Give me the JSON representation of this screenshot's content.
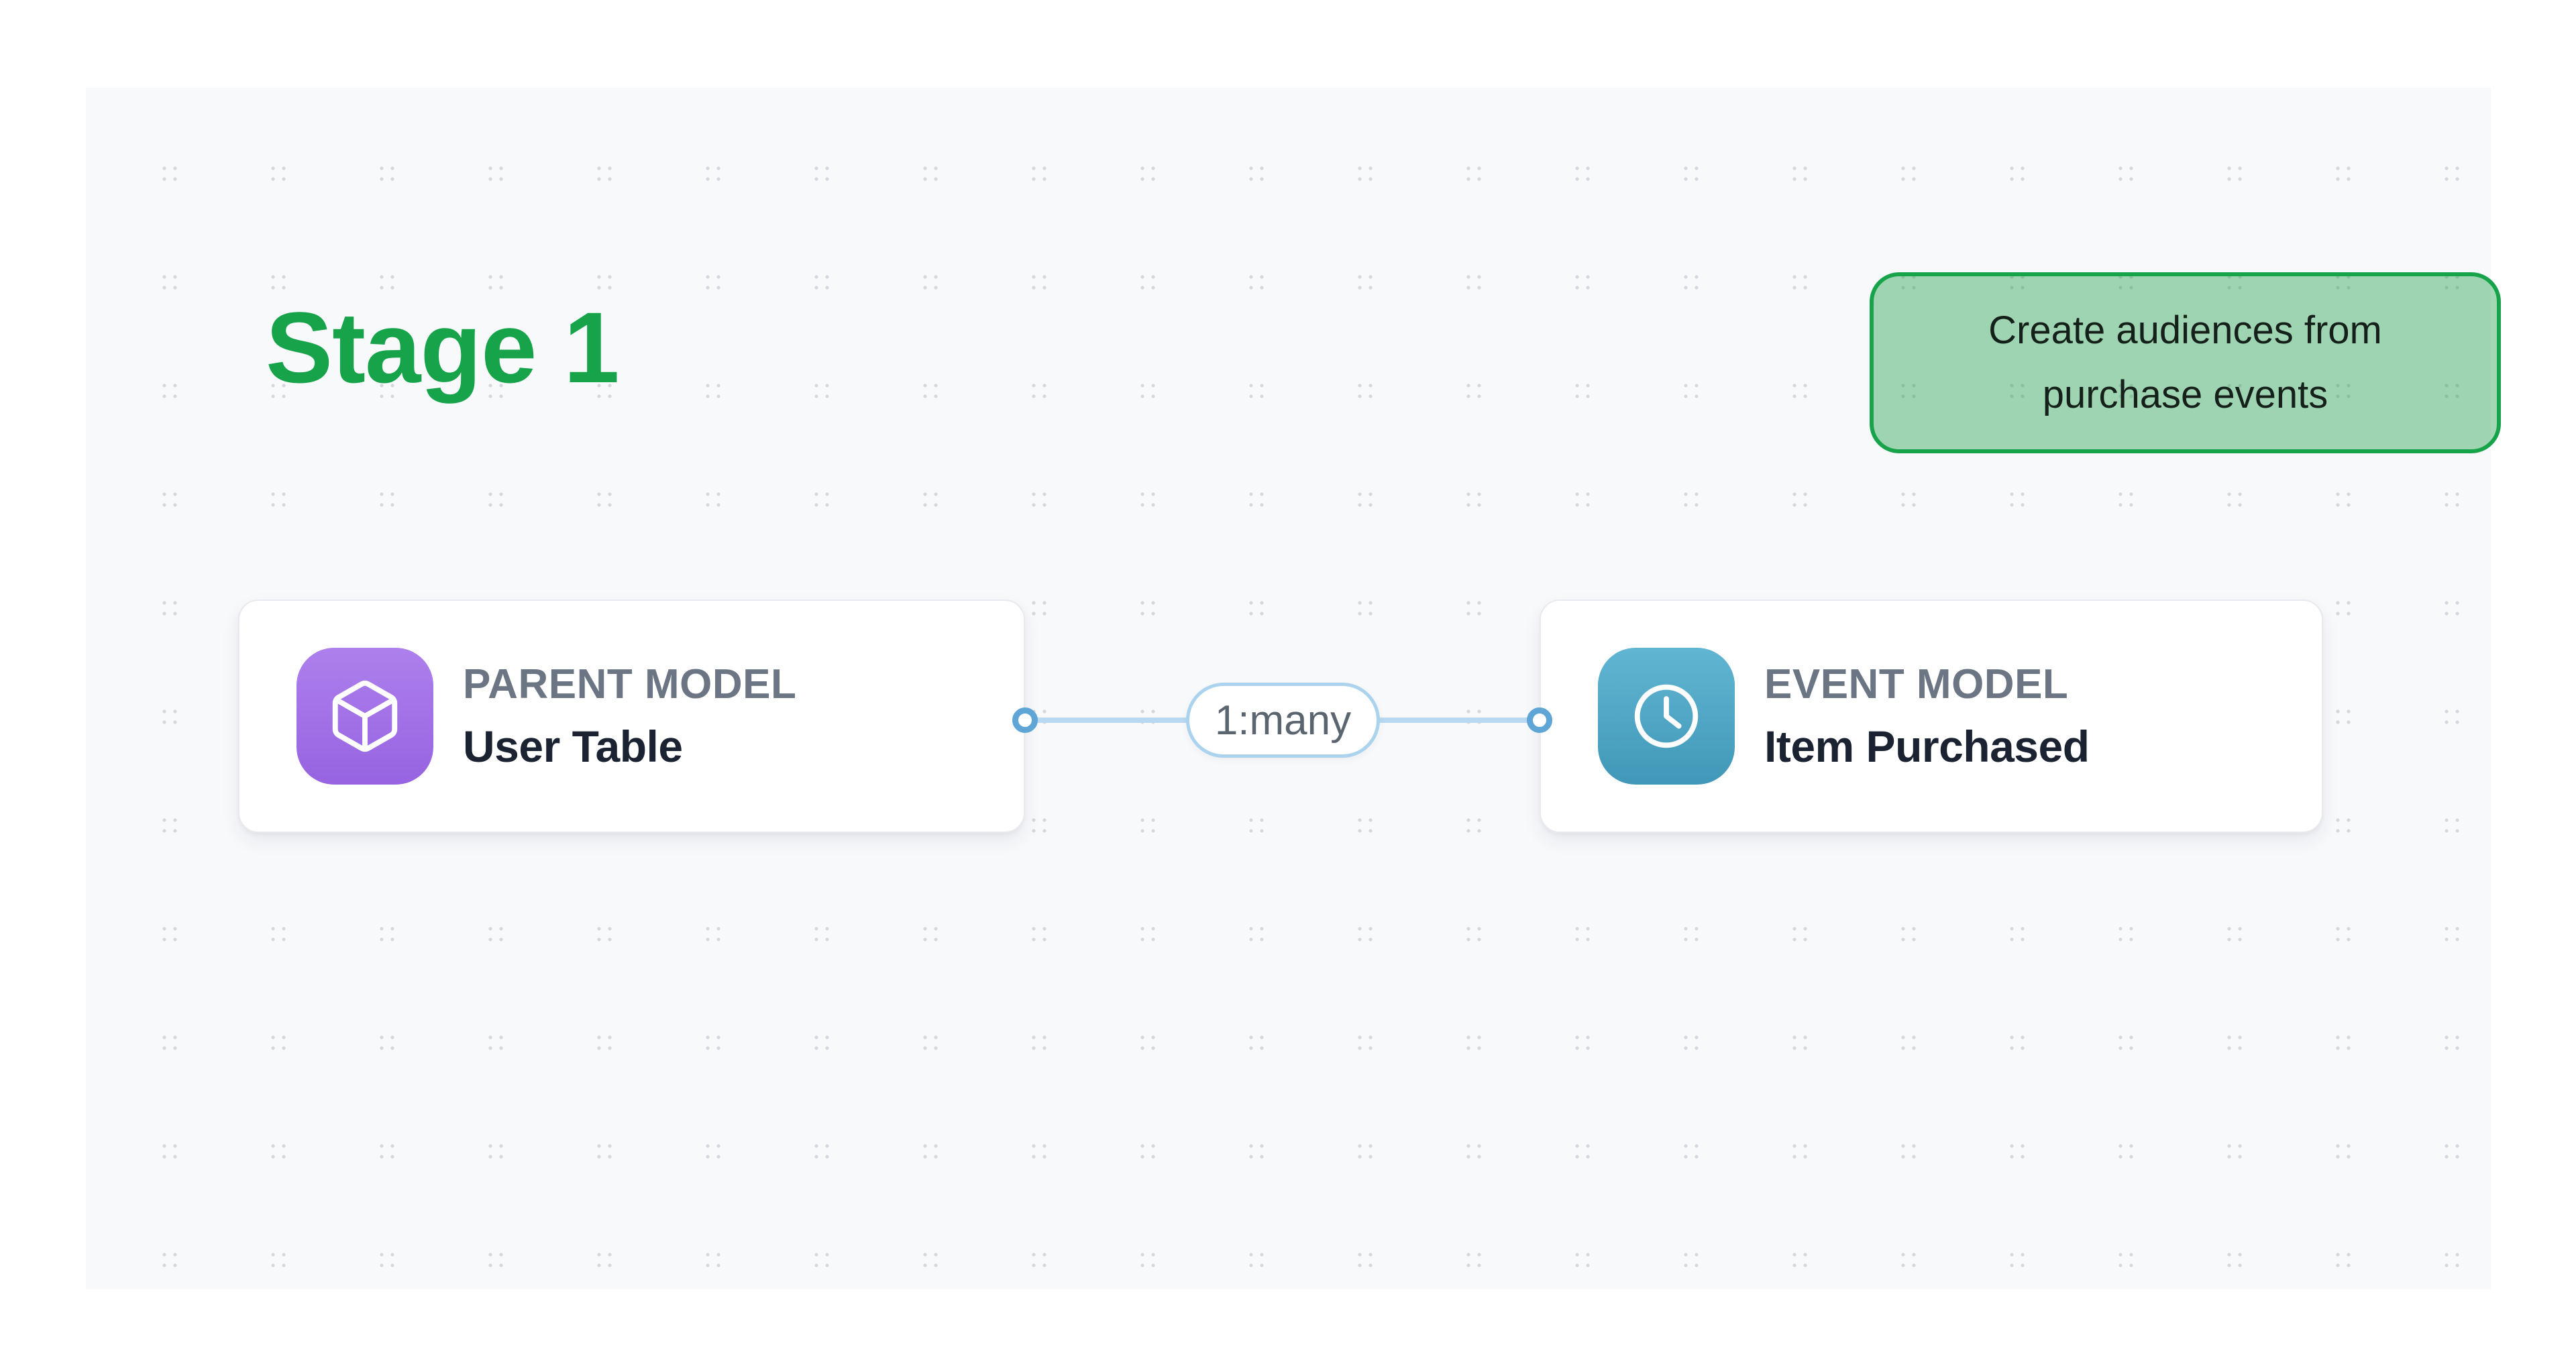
{
  "stage": {
    "title": "Stage 1"
  },
  "callout": {
    "lines": [
      "Create audiences from",
      "purchase events"
    ]
  },
  "nodes": [
    {
      "type_label": "PARENT MODEL",
      "title": "User Table",
      "icon": "box-icon"
    },
    {
      "type_label": "EVENT MODEL",
      "title": "Item Purchased",
      "icon": "clock-icon"
    }
  ],
  "edge": {
    "label": "1:many"
  },
  "theme": {
    "accent_green": "#16a34a",
    "callout_fill": "rgba(34,163,74,0.42)",
    "canvas_bg": "#f8f9fb",
    "dot_color": "#d5d7dc",
    "edge_line": "#b8d9f1",
    "port_ring": "#5fa5d6",
    "pill_border": "#abd3ee",
    "pill_text": "#5b6570",
    "node_label": "#6b7584",
    "node_title": "#1b2332",
    "purple_from": "#ad80ec",
    "purple_to": "#9763e1",
    "teal_from": "#60b6d2",
    "teal_to": "#4197b7"
  }
}
